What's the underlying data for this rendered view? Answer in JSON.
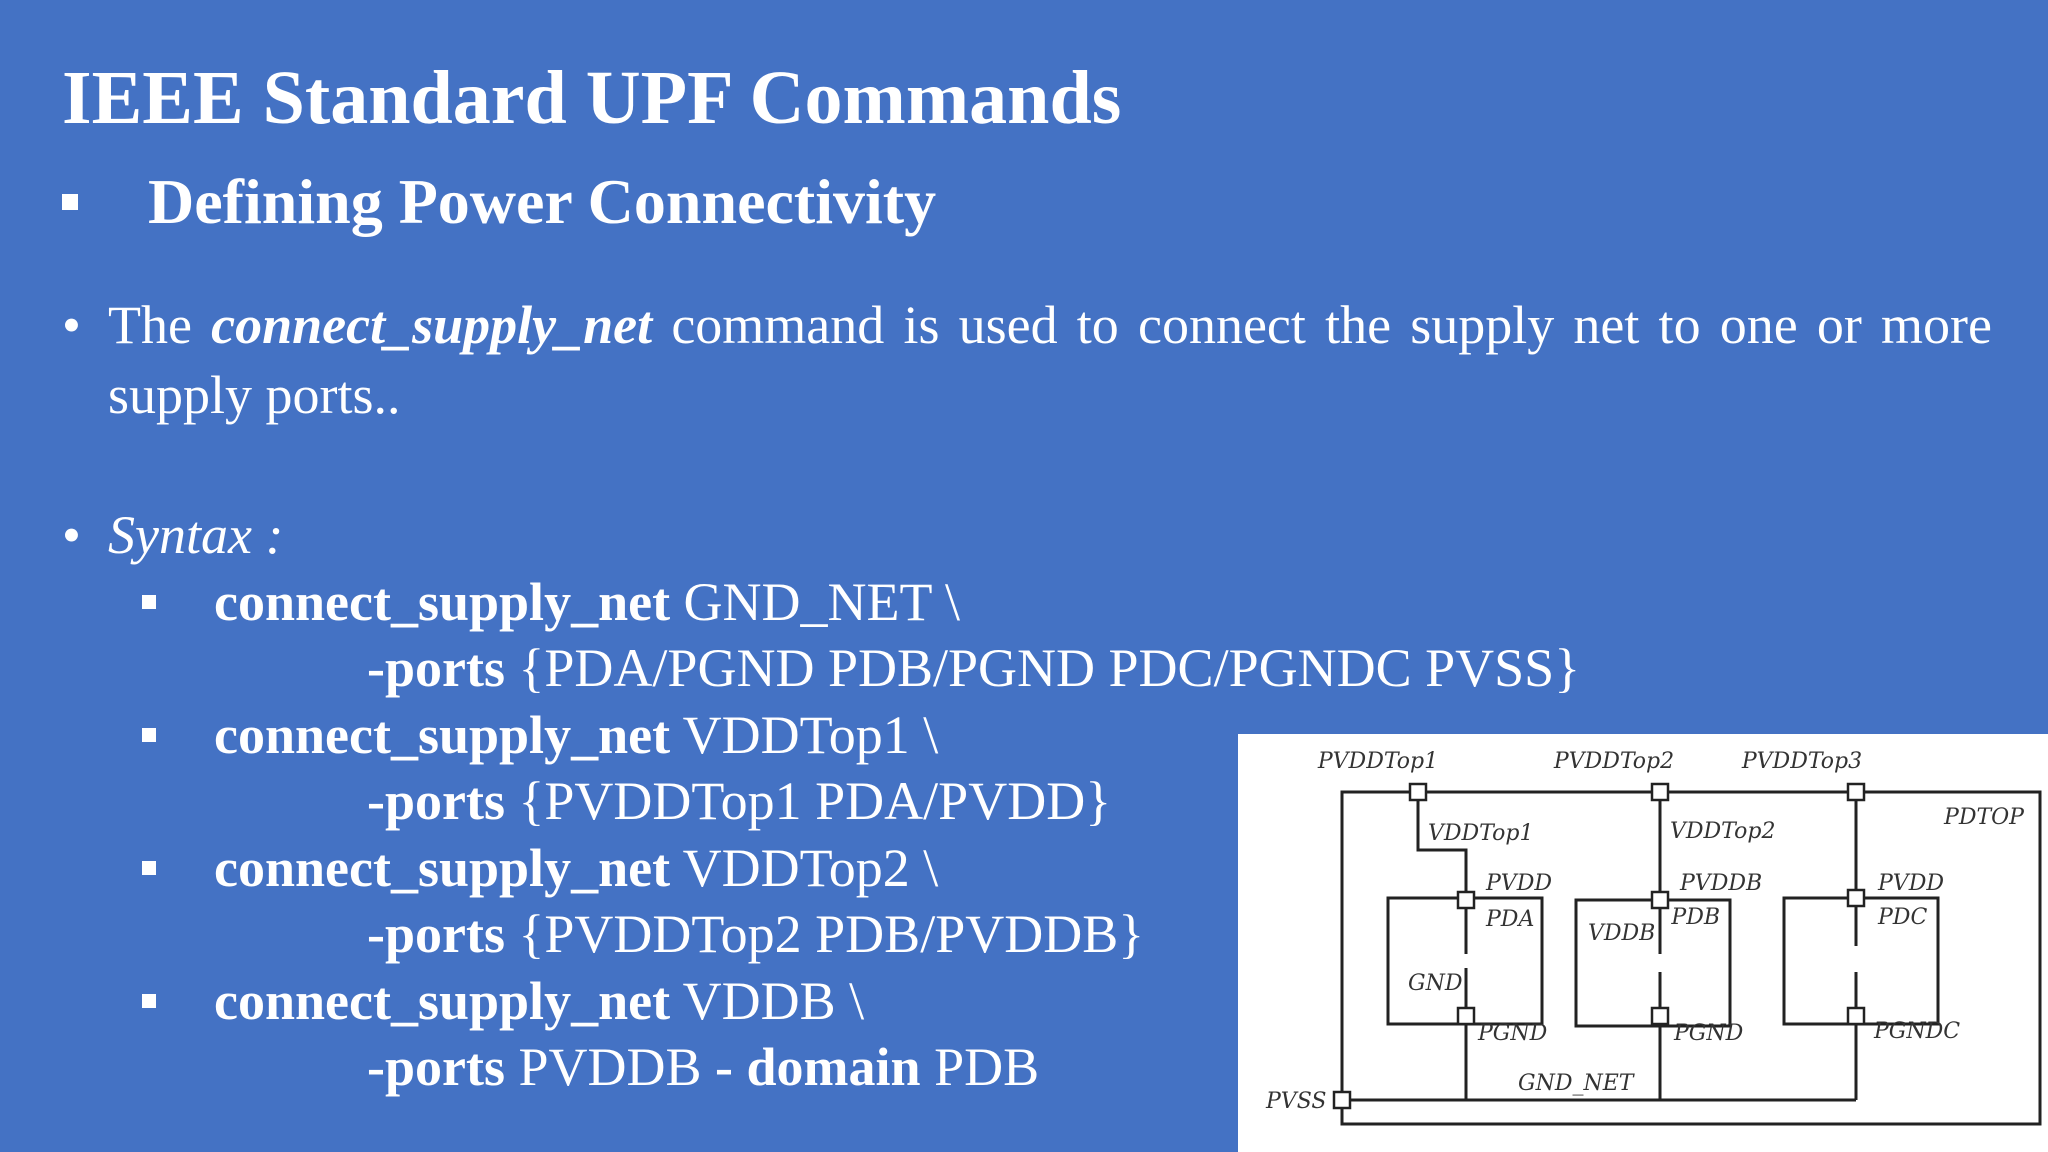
{
  "slide": {
    "title": "IEEE Standard UPF Commands",
    "subtitle": "Defining Power Connectivity"
  },
  "bullets": {
    "intro_prefix": "The ",
    "intro_command": "connect_supply_net",
    "intro_suffix": " command is used to connect the supply net to one or more supply ports..",
    "syntax_label": "Syntax :"
  },
  "commands": [
    {
      "keyword": "connect_supply_net",
      "net": " GND_NET \\",
      "ports_kw": "-ports",
      "ports": " {PDA/PGND PDB/PGND PDC/PGNDC PVSS}",
      "domain_kw": "",
      "domain": ""
    },
    {
      "keyword": "connect_supply_net",
      "net": " VDDTop1 \\",
      "ports_kw": "-ports",
      "ports": " {PVDDTop1 PDA/PVDD}",
      "domain_kw": "",
      "domain": ""
    },
    {
      "keyword": "connect_supply_net",
      "net": " VDDTop2 \\",
      "ports_kw": "-ports",
      "ports": " {PVDDTop2 PDB/PVDDB}",
      "domain_kw": "",
      "domain": ""
    },
    {
      "keyword": "connect_supply_net",
      "net": " VDDB \\",
      "ports_kw": "-ports",
      "ports": " PVDDB ",
      "domain_kw": "- domain",
      "domain": " PDB"
    }
  ],
  "diagram": {
    "labels": {
      "pvddtop1": "PVDDTop1",
      "pvddtop2": "PVDDTop2",
      "pvddtop3": "PVDDTop3",
      "pdtop": "PDTOP",
      "vddtop1": "VDDTop1",
      "vddtop2": "VDDTop2",
      "pda_pvdd": "PVDD",
      "pda": "PDA",
      "pdb_pvddb": "PVDDB",
      "pdb": "PDB",
      "vddb": "VDDB",
      "pdc_pvdd": "PVDD",
      "pdc": "PDC",
      "gnd": "GND",
      "pda_pgnd": "PGND",
      "pdb_pgnd": "PGND",
      "pdc_pgndc": "PGNDC",
      "gnd_net": "GND_NET",
      "pvss": "PVSS"
    }
  }
}
